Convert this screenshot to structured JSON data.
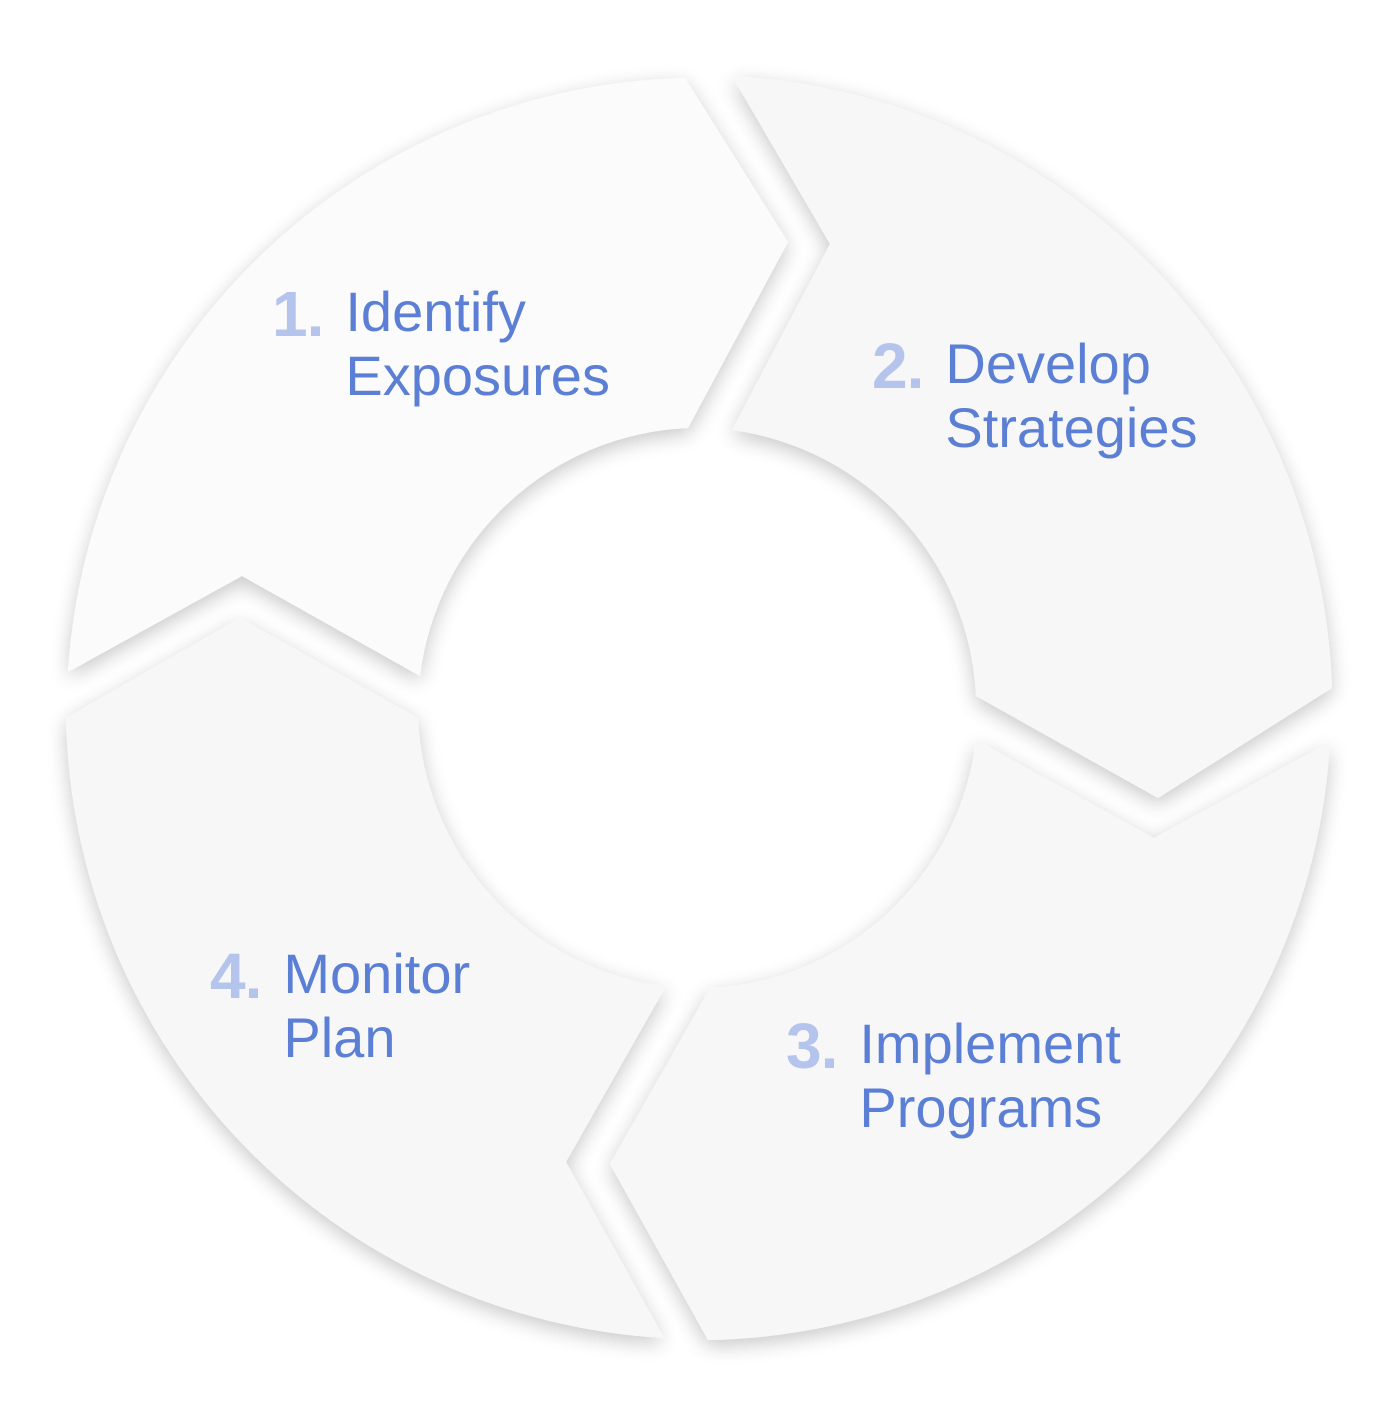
{
  "colors": {
    "segment_fill": "#f7f7f8",
    "segment_fill_light": "#fbfbfb",
    "segment_shadow": "#c8c8cc",
    "number_color": "#b4c4ec",
    "label_color": "#5b7fd4"
  },
  "steps": [
    {
      "number": "1.",
      "line1": "Identify",
      "line2": "Exposures"
    },
    {
      "number": "2.",
      "line1": "Develop",
      "line2": "Strategies"
    },
    {
      "number": "3.",
      "line1": "Implement",
      "line2": "Programs"
    },
    {
      "number": "4.",
      "line1": "Monitor",
      "line2": "Plan"
    }
  ]
}
